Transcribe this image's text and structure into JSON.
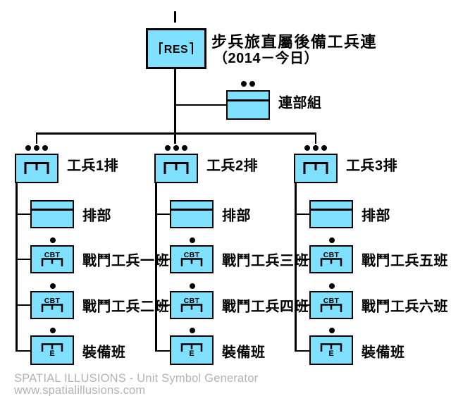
{
  "colors": {
    "unit_fill": "#80E0FF",
    "line": "#000000",
    "footer_text": "#B3B3B3"
  },
  "root": {
    "echelon": "company (I)",
    "symbol_text": "RES",
    "title": "步兵旅直屬後備工兵連",
    "subtitle": "（2014－今日）"
  },
  "hq_section": {
    "label": "連部組",
    "echelon_dots": 2
  },
  "columns": [
    {
      "platoon": {
        "label": "工兵1排",
        "echelon_dots": 3
      },
      "children": [
        {
          "kind": "hq",
          "label": "排部"
        },
        {
          "kind": "cbt",
          "symbol_text": "CBT",
          "label": "戰鬥工兵一班",
          "echelon_dots": 1
        },
        {
          "kind": "cbt",
          "symbol_text": "CBT",
          "label": "戰鬥工兵二班",
          "echelon_dots": 1
        },
        {
          "kind": "equip",
          "symbol_text": "E",
          "label": "裝備班",
          "echelon_dots": 1
        }
      ]
    },
    {
      "platoon": {
        "label": "工兵2排",
        "echelon_dots": 3
      },
      "children": [
        {
          "kind": "hq",
          "label": "排部"
        },
        {
          "kind": "cbt",
          "symbol_text": "CBT",
          "label": "戰鬥工兵三班",
          "echelon_dots": 1
        },
        {
          "kind": "cbt",
          "symbol_text": "CBT",
          "label": "戰鬥工兵四班",
          "echelon_dots": 1
        },
        {
          "kind": "equip",
          "symbol_text": "E",
          "label": "裝備班",
          "echelon_dots": 1
        }
      ]
    },
    {
      "platoon": {
        "label": "工兵3排",
        "echelon_dots": 3
      },
      "children": [
        {
          "kind": "hq",
          "label": "排部"
        },
        {
          "kind": "cbt",
          "symbol_text": "CBT",
          "label": "戰鬥工兵五班",
          "echelon_dots": 1
        },
        {
          "kind": "cbt",
          "symbol_text": "CBT",
          "label": "戰鬥工兵六班",
          "echelon_dots": 1
        },
        {
          "kind": "equip",
          "symbol_text": "E",
          "label": "裝備班",
          "echelon_dots": 1
        }
      ]
    }
  ],
  "footer": {
    "line1": "SPATIAL ILLUSIONS - Unit Symbol Generator",
    "line2": "www.spatialillusions.com"
  }
}
